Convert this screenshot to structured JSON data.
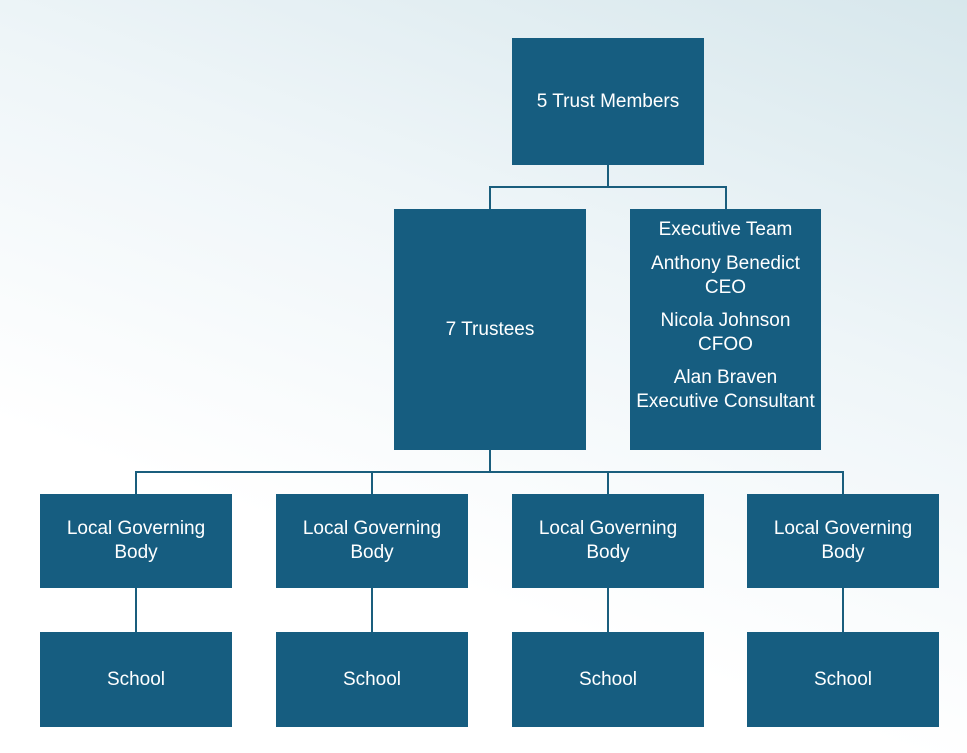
{
  "org_chart": {
    "members": "5 Trust Members",
    "trustees": "7 Trustees",
    "executive_team": {
      "title": "Executive Team",
      "people": [
        {
          "name": "Anthony Benedict",
          "role": "CEO"
        },
        {
          "name": "Nicola Johnson",
          "role": "CFOO"
        },
        {
          "name": "Alan Braven",
          "role": "Executive Consultant"
        }
      ]
    },
    "local_governing_bodies": [
      "Local Governing Body",
      "Local Governing Body",
      "Local Governing Body",
      "Local Governing Body"
    ],
    "schools": [
      "School",
      "School",
      "School",
      "School"
    ],
    "colors": {
      "box_fill": "#165d80",
      "box_text": "#ffffff",
      "connector": "#1a5e7d"
    }
  }
}
